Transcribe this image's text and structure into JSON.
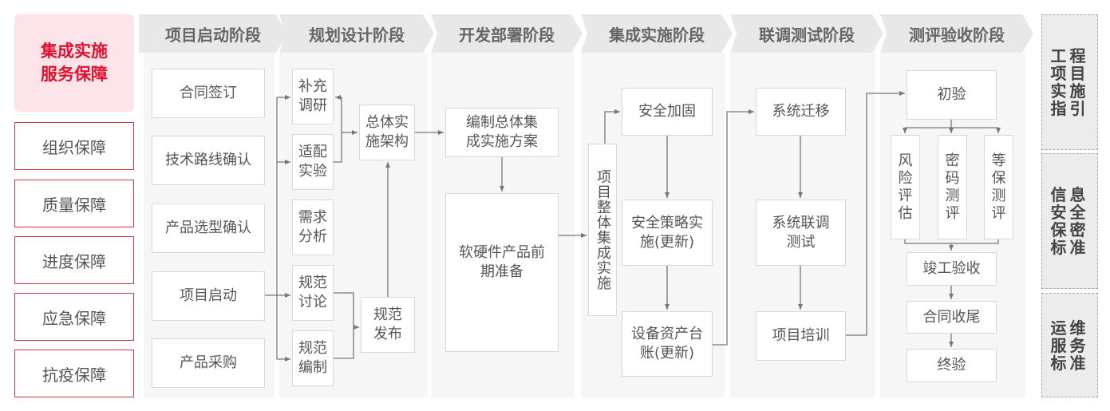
{
  "guarantee": {
    "title": "集成实施\n服务保障",
    "items": [
      "组织保障",
      "质量保障",
      "进度保障",
      "应急保障",
      "抗疫保障"
    ]
  },
  "stages": [
    {
      "title": "项目启动阶段",
      "steps": [
        "合同签订",
        "技术路线确认",
        "产品选型确认",
        "项目启动",
        "产品采购"
      ]
    },
    {
      "title": "规划设计阶段",
      "steps": [
        "补充调研",
        "适配实验",
        "需求分析",
        "规范讨论",
        "规范编制",
        "总体实施架构",
        "规范发布"
      ]
    },
    {
      "title": "开发部署阶段",
      "steps": [
        "编制总体集成实施方案",
        "软硬件产品前期准备"
      ]
    },
    {
      "title": "集成实施阶段",
      "steps": [
        "项目整体集成实施",
        "安全加固",
        "安全策略实施(更新)",
        "设备资产台账(更新)"
      ]
    },
    {
      "title": "联调测试阶段",
      "steps": [
        "系统迁移",
        "系统联调测试",
        "项目培训"
      ]
    },
    {
      "title": "测评验收阶段",
      "steps": [
        "初验",
        "风险评估",
        "密码测评",
        "等保测评",
        "竣工验收",
        "合同收尾",
        "终验"
      ]
    }
  ],
  "standards": [
    "工程项目实施指引",
    "信息安全保密标准",
    "运维服务标准"
  ],
  "colors": {
    "accent": "#e0102e",
    "lead_bg": "#fce4e8",
    "header_bg": "#e8e8e8",
    "stage_bg": "#f6f6f6",
    "arrow": "#777777"
  }
}
